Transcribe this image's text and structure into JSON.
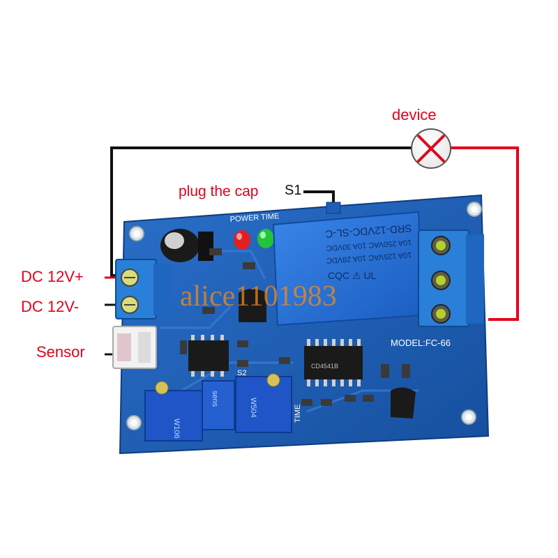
{
  "labels": {
    "device": "device",
    "plug_the_cap": "plug the cap",
    "s1": "S1",
    "dc_plus": "DC 12V+",
    "dc_minus": "DC 12V-",
    "sensor": "Sensor"
  },
  "board": {
    "power_time": "POWER TIME",
    "model": "MODEL:FC-66",
    "s2": "S2",
    "time": "TIME",
    "pot_left": "W106",
    "pot_right": "W504",
    "sens_label": "sens",
    "ic_text": "CD4541B"
  },
  "relay": {
    "line1": "SRD-12VDC-SL-C",
    "line2": "10A 250VAC 10A 30VDC",
    "line3": "10A 125VAC 10A 28VDC"
  },
  "watermark": "alice1101983",
  "colors": {
    "wire_red": "#e3001b",
    "wire_black": "#111111",
    "pcb_blue": "#1d5fb8",
    "relay_blue": "#1e6fd9",
    "terminal_blue": "#2a7fd8"
  }
}
